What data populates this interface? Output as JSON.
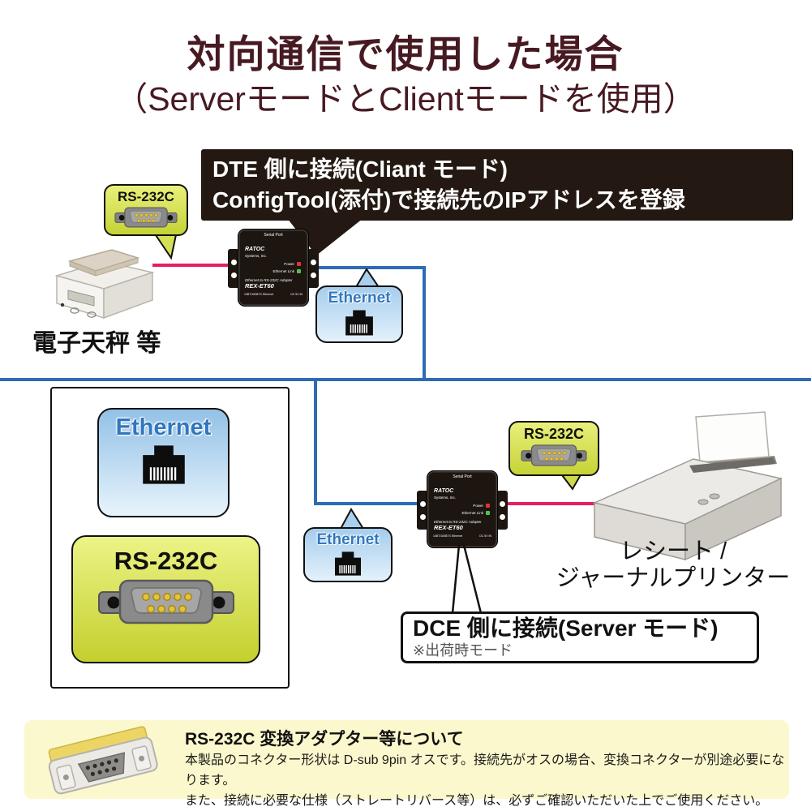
{
  "title": {
    "line1": "対向通信で使用した場合",
    "line2": "（ServerモードとClientモードを使用）"
  },
  "dte_callout": {
    "line1": "DTE 側に接続(Cliant モード)",
    "line2": "ConfigTool(添付)で接続先のIPアドレスを登録"
  },
  "dce_callout": {
    "line1": "DCE 側に接続(Server モード)",
    "note": "※出荷時モード"
  },
  "labels": {
    "ethernet": "Ethernet",
    "rs232c": "RS-232C",
    "scale": "電子天秤 等",
    "printer_line1": "レシート /",
    "printer_line2": "ジャーナルプリンター"
  },
  "adapter": {
    "serial_port": "Serial Port",
    "brand_name": "RATOC",
    "brand_sub": "Systems, Inc.",
    "power": "Power",
    "ethernet_link": "Ethernet Link",
    "product": "Ethernet to RS-232C Adapter",
    "model": "REX-ET60",
    "port_left": "10BT/100BTX Ethernet",
    "port_right": "DC 5V IN"
  },
  "note": {
    "title": "RS-232C 変換アダプター等について",
    "line1": "本製品のコネクター形状は D-sub 9pin オスです。接続先がオスの場合、変換コネクターが別途必要になります。",
    "line2": "また、接続に必要な仕様（ストレートリバース等）は、必ずご確認いただいた上でご使用ください。"
  },
  "colors": {
    "title_text": "#471a22",
    "callout_bg": "#231912",
    "ethernet_line": "#2d6cb4",
    "serial_line": "#e51e63",
    "ethernet_text": "#3077be",
    "rs232c_fill": "#d8e255",
    "note_bg": "#fcf8cd"
  }
}
